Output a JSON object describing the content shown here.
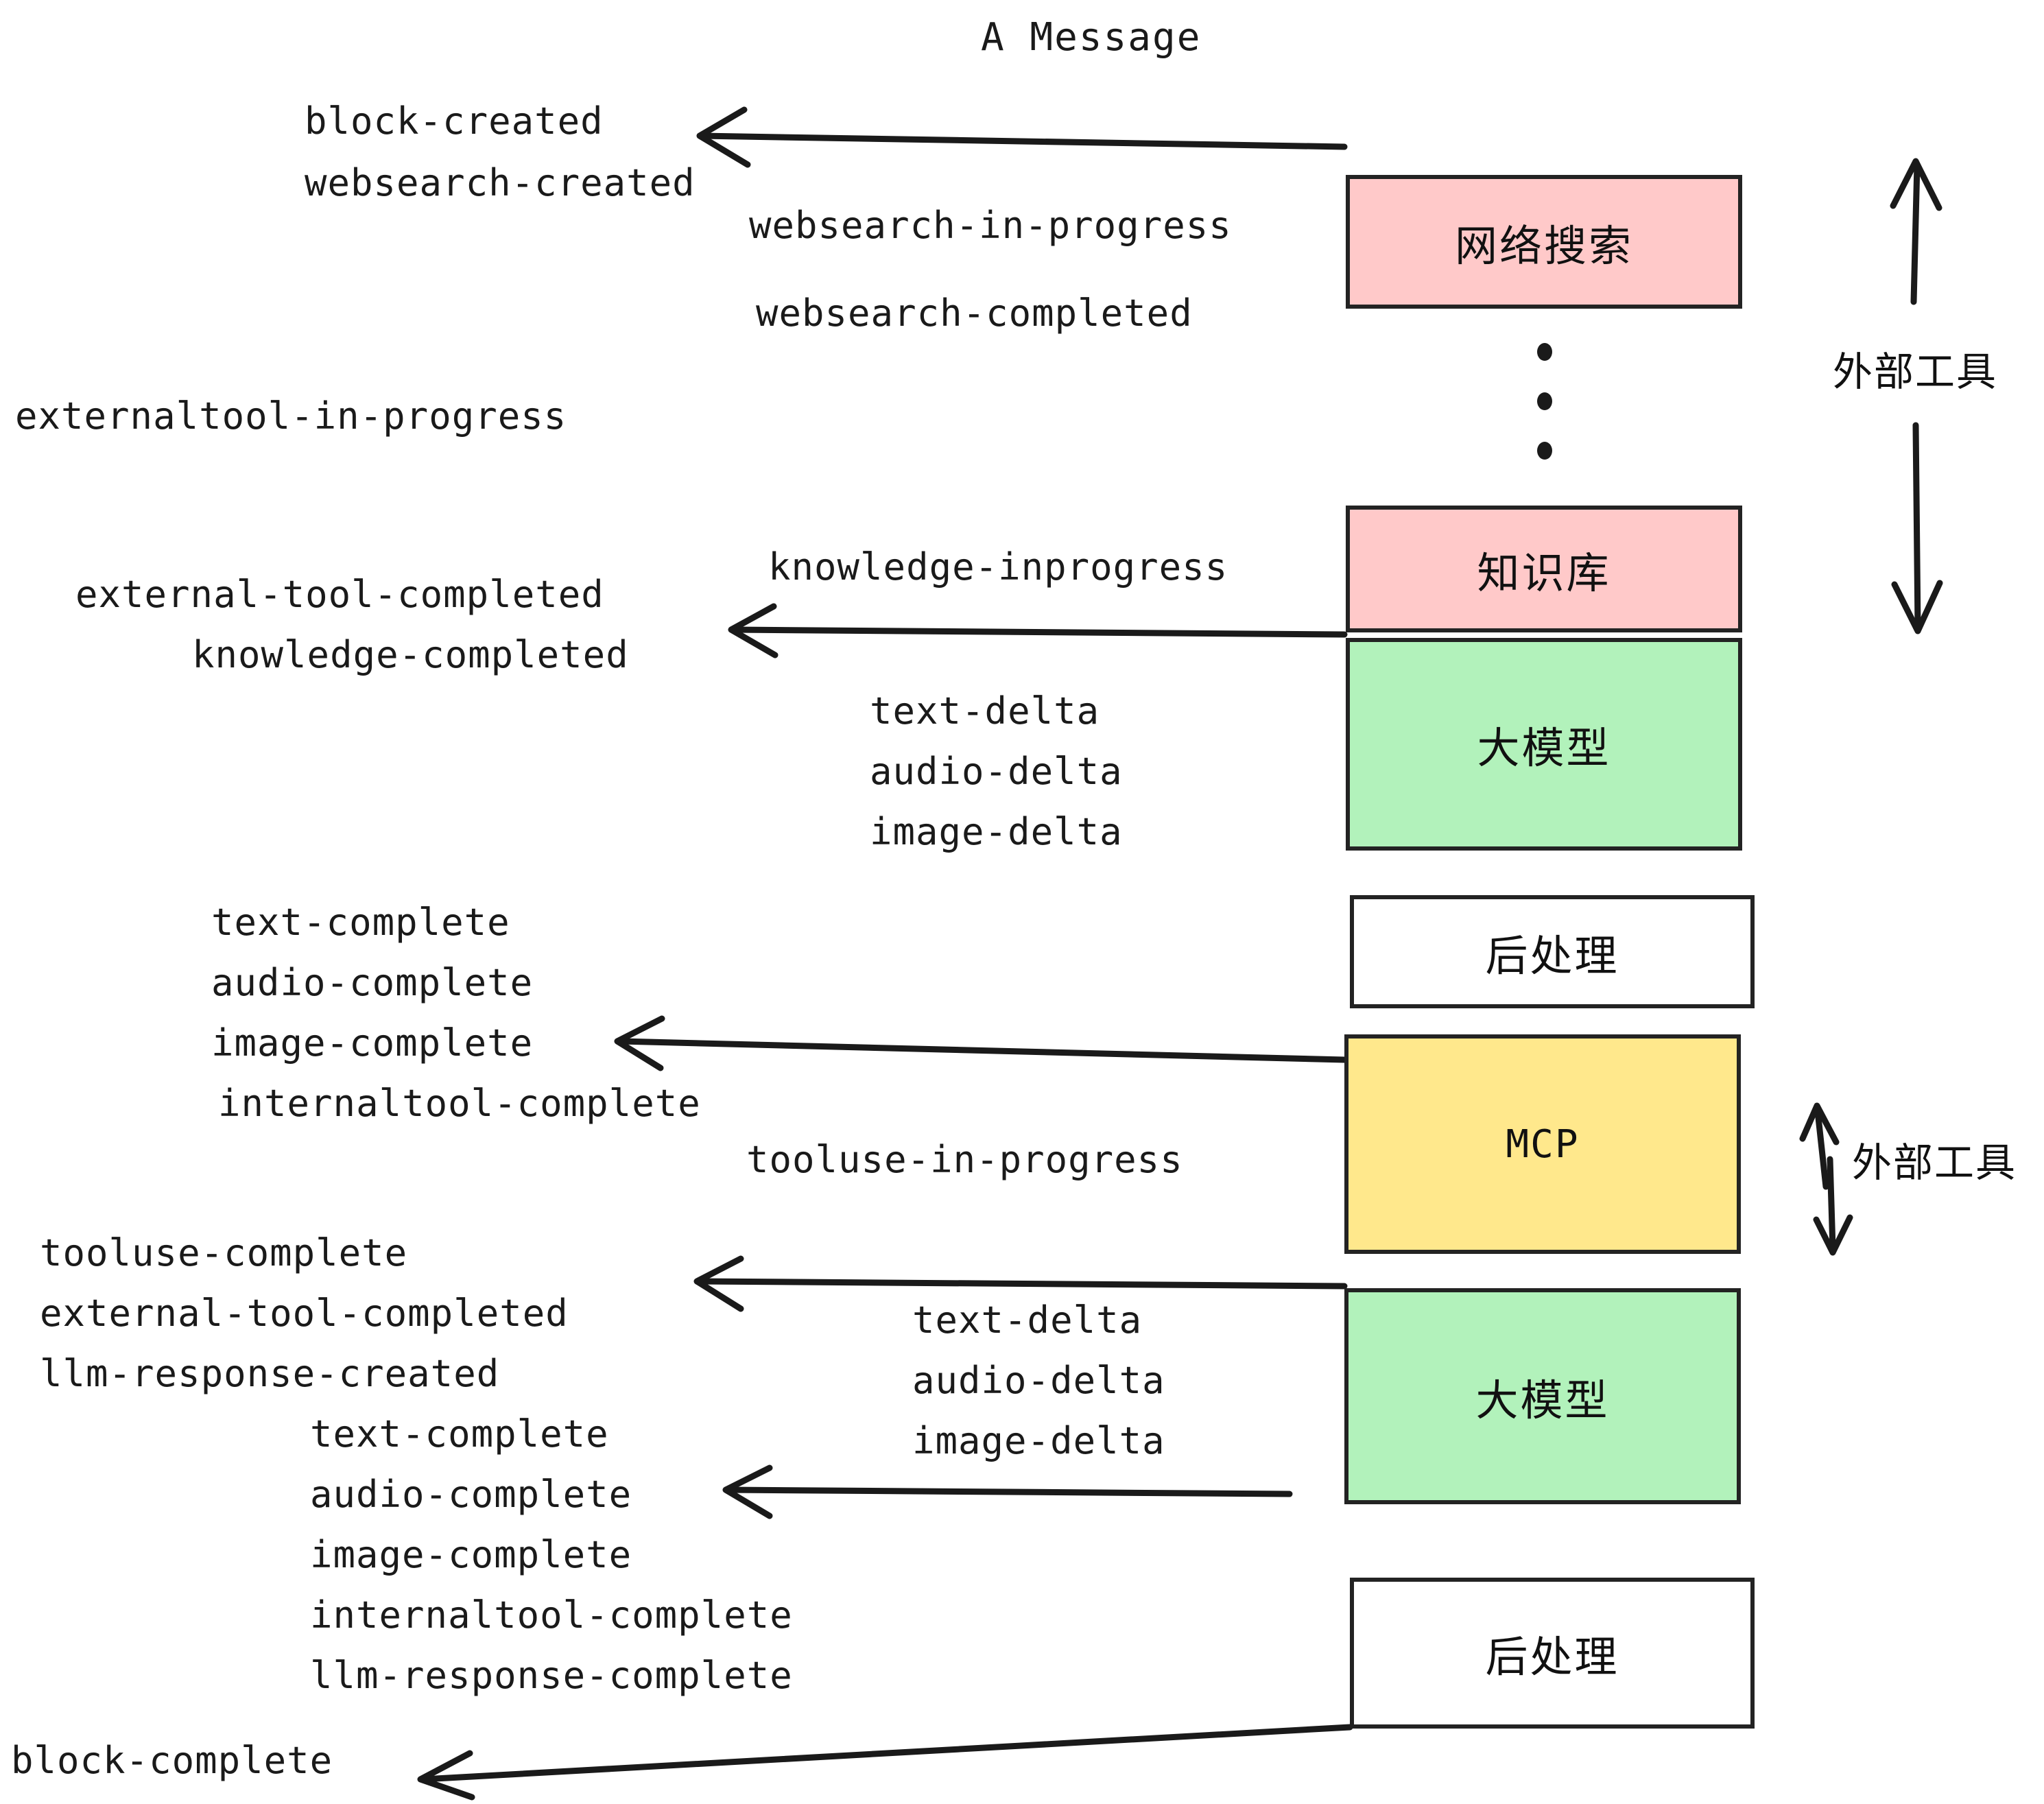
{
  "title": "A Message",
  "colors": {
    "pink": "#FFC9C9",
    "green": "#B2F2BB",
    "yellow": "#FFE88C",
    "white": "#FFFFFF",
    "stroke": "#232323",
    "text": "#1A1A1A"
  },
  "nodes": [
    {
      "id": "websearch",
      "label": "网络搜索",
      "fill": "#FFC9C9"
    },
    {
      "id": "knowledge",
      "label": "知识库",
      "fill": "#FFC9C9"
    },
    {
      "id": "llm-1",
      "label": "大模型",
      "fill": "#B2F2BB"
    },
    {
      "id": "postprocess-1",
      "label": "后处理",
      "fill": "#FFFFFF"
    },
    {
      "id": "mcp",
      "label": "MCP",
      "fill": "#FFE88C"
    },
    {
      "id": "llm-2",
      "label": "大模型",
      "fill": "#B2F2BB"
    },
    {
      "id": "postprocess-2",
      "label": "后处理",
      "fill": "#FFFFFF"
    }
  ],
  "side_labels": [
    {
      "id": "external-tools-top",
      "label": "外部工具"
    },
    {
      "id": "external-tools-bottom",
      "label": "外部工具"
    }
  ],
  "events": [
    {
      "id": "block-created",
      "text": "block-created"
    },
    {
      "id": "websearch-created",
      "text": "websearch-created"
    },
    {
      "id": "websearch-in-progress",
      "text": "websearch-in-progress"
    },
    {
      "id": "websearch-completed",
      "text": "websearch-completed"
    },
    {
      "id": "externaltool-in-progress",
      "text": "externaltool-in-progress"
    },
    {
      "id": "knowledge-inprogress",
      "text": "knowledge-inprogress"
    },
    {
      "id": "external-tool-completed-1",
      "text": "external-tool-completed"
    },
    {
      "id": "knowledge-completed",
      "text": "knowledge-completed"
    },
    {
      "id": "text-delta-1",
      "text": "text-delta"
    },
    {
      "id": "audio-delta-1",
      "text": "audio-delta"
    },
    {
      "id": "image-delta-1",
      "text": "image-delta"
    },
    {
      "id": "text-complete-1",
      "text": "text-complete"
    },
    {
      "id": "audio-complete-1",
      "text": "audio-complete"
    },
    {
      "id": "image-complete-1",
      "text": "image-complete"
    },
    {
      "id": "internaltool-complete-1",
      "text": "internaltool-complete"
    },
    {
      "id": "tooluse-in-progress",
      "text": "tooluse-in-progress"
    },
    {
      "id": "tooluse-complete",
      "text": "tooluse-complete"
    },
    {
      "id": "external-tool-completed-2",
      "text": "external-tool-completed"
    },
    {
      "id": "llm-response-created",
      "text": "llm-response-created"
    },
    {
      "id": "text-complete-2",
      "text": "text-complete"
    },
    {
      "id": "text-delta-2",
      "text": "text-delta"
    },
    {
      "id": "audio-delta-2",
      "text": "audio-delta"
    },
    {
      "id": "image-delta-2",
      "text": "image-delta"
    },
    {
      "id": "audio-complete-2",
      "text": "audio-complete"
    },
    {
      "id": "image-complete-2",
      "text": "image-complete"
    },
    {
      "id": "internaltool-complete-2",
      "text": "internaltool-complete"
    },
    {
      "id": "llm-response-complete",
      "text": "llm-response-complete"
    },
    {
      "id": "block-complete",
      "text": "block-complete"
    }
  ]
}
